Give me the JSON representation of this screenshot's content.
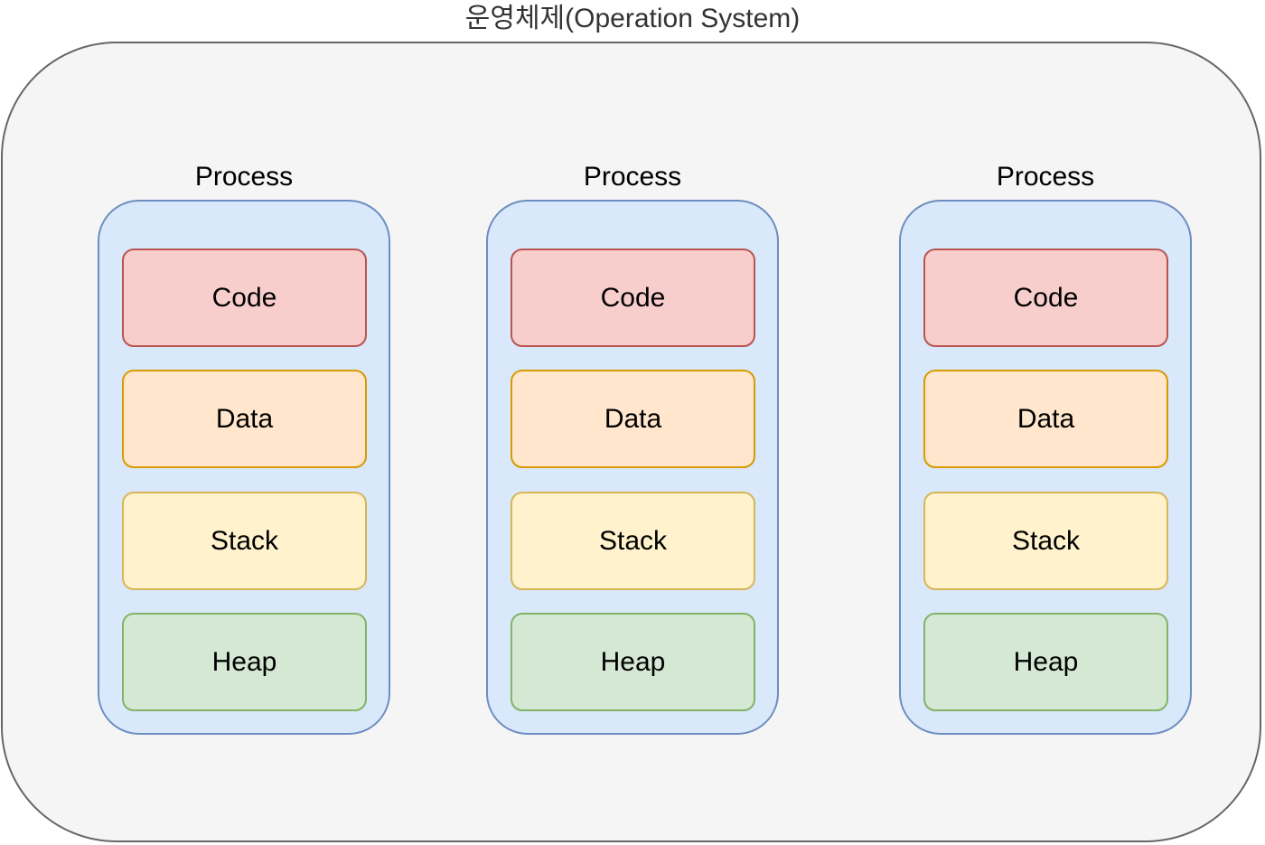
{
  "os": {
    "title": "운영체제(Operation System)"
  },
  "processes": [
    {
      "title": "Process",
      "segments": {
        "code": "Code",
        "data": "Data",
        "stack": "Stack",
        "heap": "Heap"
      }
    },
    {
      "title": "Process",
      "segments": {
        "code": "Code",
        "data": "Data",
        "stack": "Stack",
        "heap": "Heap"
      }
    },
    {
      "title": "Process",
      "segments": {
        "code": "Code",
        "data": "Data",
        "stack": "Stack",
        "heap": "Heap"
      }
    }
  ],
  "colors": {
    "os_fill": "#f5f5f5",
    "os_border": "#666666",
    "process_fill": "#dae8fc",
    "process_border": "#6c8ebf",
    "code_fill": "#f8cecc",
    "code_border": "#b85450",
    "data_fill": "#ffe6cc",
    "data_border": "#d79b00",
    "stack_fill": "#fff2cc",
    "stack_border": "#d6b656",
    "heap_fill": "#d5e8d4",
    "heap_border": "#82b366"
  }
}
